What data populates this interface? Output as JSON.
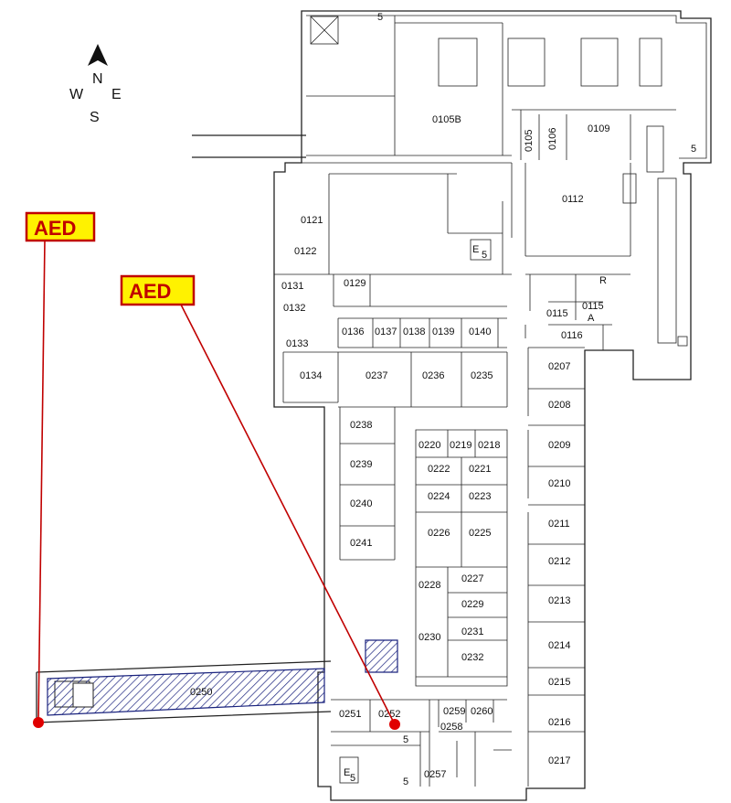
{
  "compass": {
    "n": "N",
    "w": "W",
    "e": "E",
    "s": "S"
  },
  "aed_markers": [
    {
      "label": "AED"
    },
    {
      "label": "AED"
    }
  ],
  "rooms": {
    "r0105B": "0105B",
    "r0105": "0105",
    "r0106": "0106",
    "r0109": "0109",
    "r0112": "0112",
    "r0121": "0121",
    "r0122": "0122",
    "r0129": "0129",
    "r0131": "0131",
    "r0132": "0132",
    "r0133": "0133",
    "r0134": "0134",
    "r0136": "0136",
    "r0137": "0137",
    "r0138": "0138",
    "r0139": "0139",
    "r0140": "0140",
    "r0115": "0115",
    "r0115A": "0115",
    "r0115A2": "A",
    "r0116": "0116",
    "r0207": "0207",
    "r0208": "0208",
    "r0209": "0209",
    "r0210": "0210",
    "r0211": "0211",
    "r0212": "0212",
    "r0213": "0213",
    "r0214": "0214",
    "r0215": "0215",
    "r0216": "0216",
    "r0217": "0217",
    "r0235": "0235",
    "r0236": "0236",
    "r0237": "0237",
    "r0238": "0238",
    "r0239": "0239",
    "r0240": "0240",
    "r0241": "0241",
    "r0220": "0220",
    "r0219": "0219",
    "r0218": "0218",
    "r0222": "0222",
    "r0221": "0221",
    "r0224": "0224",
    "r0223": "0223",
    "r0226": "0226",
    "r0225": "0225",
    "r0228": "0228",
    "r0227": "0227",
    "r0229": "0229",
    "r0230": "0230",
    "r0231": "0231",
    "r0232": "0232",
    "r0250": "0250",
    "r0251": "0251",
    "r0252": "0252",
    "r0259": "0259",
    "r0260": "0260",
    "r0258": "0258",
    "r0257": "0257",
    "elev1": "E",
    "elev1s": "5",
    "elev2": "E",
    "elev2s": "5",
    "stair5a": "5",
    "stair5b": "5",
    "stair5c": "5",
    "stair5d": "5",
    "rR": "R"
  }
}
